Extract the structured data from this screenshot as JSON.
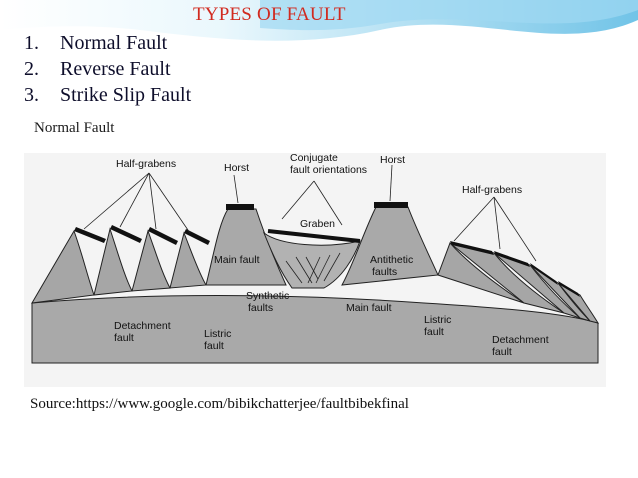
{
  "slide": {
    "title": "TYPES OF FAULT",
    "list": [
      {
        "num": "1.",
        "text": "Normal Fault"
      },
      {
        "num": "2.",
        "text": "Reverse Fault"
      },
      {
        "num": "3.",
        "text": "Strike Slip Fault"
      }
    ],
    "subtitle": "Normal Fault",
    "source": "Source:https://www.google.com/bibikchatterjee/faultbibekfinal"
  },
  "diagram": {
    "labels": {
      "half_grabens_left": "Half-grabens",
      "horst_left": "Horst",
      "conjugate_1": "Conjugate",
      "conjugate_2": "fault orientations",
      "horst_right": "Horst",
      "half_grabens_right": "Half-grabens",
      "graben": "Graben",
      "main_fault_left": "Main fault",
      "antithetic_1": "Antithetic",
      "antithetic_2": "faults",
      "synthetic_1": "Synthetic",
      "synthetic_2": "faults",
      "main_fault_center": "Main fault",
      "detachment_left_1": "Detachment",
      "detachment_left_2": "fault",
      "listric_left_1": "Listric",
      "listric_left_2": "fault",
      "listric_right_1": "Listric",
      "listric_right_2": "fault",
      "detachment_right_1": "Detachment",
      "detachment_right_2": "fault"
    }
  },
  "colors": {
    "title": "#d12a1f",
    "list_text": "#0e0e2b",
    "wave_light": "#c9ecf8",
    "wave_mid": "#58b9e3"
  }
}
